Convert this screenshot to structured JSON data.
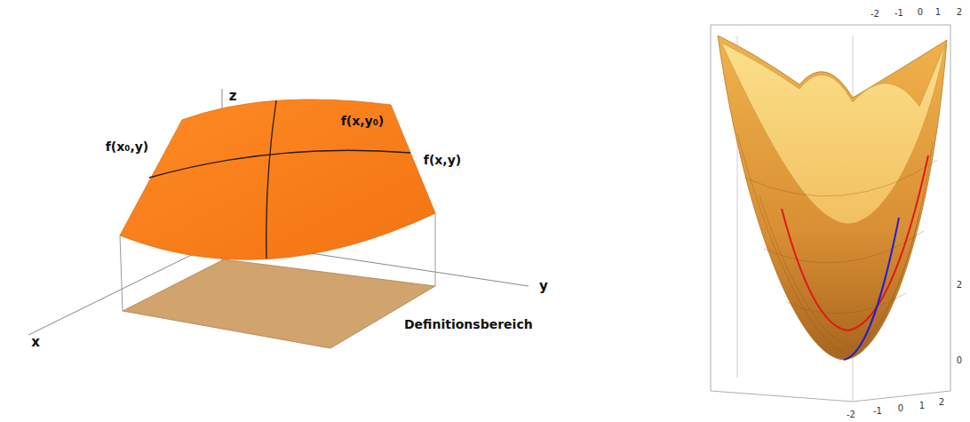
{
  "diagram": {
    "labels": [
      "z",
      "f(x₀,y)",
      "f(x,y₀)",
      "f(x,y)",
      "y",
      "x",
      "Definitionsbereich",
      "-2",
      "-1",
      "0",
      "1",
      "2",
      "2",
      "0",
      "-2",
      "-1",
      "0",
      "1",
      "2"
    ]
  }
}
